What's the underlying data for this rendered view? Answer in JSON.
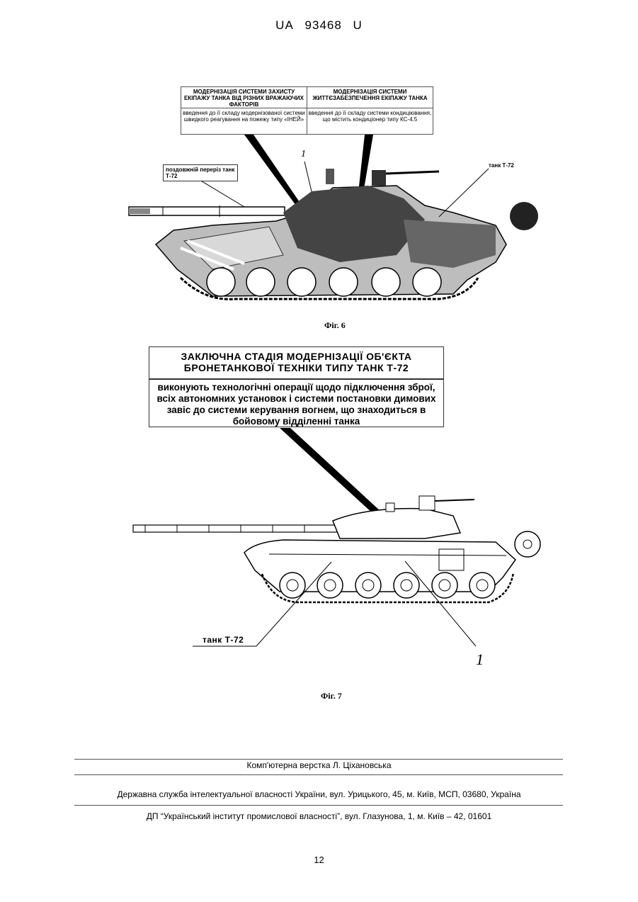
{
  "header": {
    "country": "UA",
    "number": "93468",
    "kind": "U"
  },
  "fig6": {
    "table": {
      "left_title": "МОДЕРНІЗАЦІЯ СИСТЕМИ ЗАХИСТУ ЕКІПАЖУ ТАНКА ВІД РІЗНИХ ВРАЖАЮЧИХ ФАКТОРІВ",
      "left_body": "введення до її складу модернізованої системи швидкого реагування на пожежу типу «ІНЕЙ»",
      "right_title": "МОДЕРНІЗАЦІЯ СИСТЕМИ ЖИТТЄЗАБЕЗПЕЧЕННЯ ЕКІПАЖУ ТАНКА",
      "right_body": "введення до її складу системи кондиціювання, що містить кондиціонер типу КС-4.5"
    },
    "label_section": "поздовжній переріз танк Т-72",
    "label_tank": "танк Т-72",
    "marker": "1",
    "caption": "Фіг. 6"
  },
  "fig7": {
    "table": {
      "title": "ЗАКЛЮЧНА СТАДІЯ МОДЕРНІЗАЦІЇ ОБ'ЄКТА БРОНЕТАНКОВОЇ ТЕХНІКИ ТИПУ ТАНК Т-72",
      "body": "виконують технологічні операції щодо підключення зброї, всіх автономних установок і системи постановки димових завіс до системи керування вогнем, що знаходиться в бойовому відділенні танка"
    },
    "label_tank": "танк Т-72",
    "marker": "1",
    "caption": "Фіг. 7"
  },
  "footer": {
    "line1": "Комп'ютерна верстка Л. Ціхановська",
    "line2": "Державна служба інтелектуальної власності України, вул. Урицького, 45, м. Київ, МСП, 03680, Україна",
    "line3": "ДП “Український інститут промислової власності”, вул. Глазунова, 1, м. Київ – 42, 01601",
    "page": "12"
  }
}
